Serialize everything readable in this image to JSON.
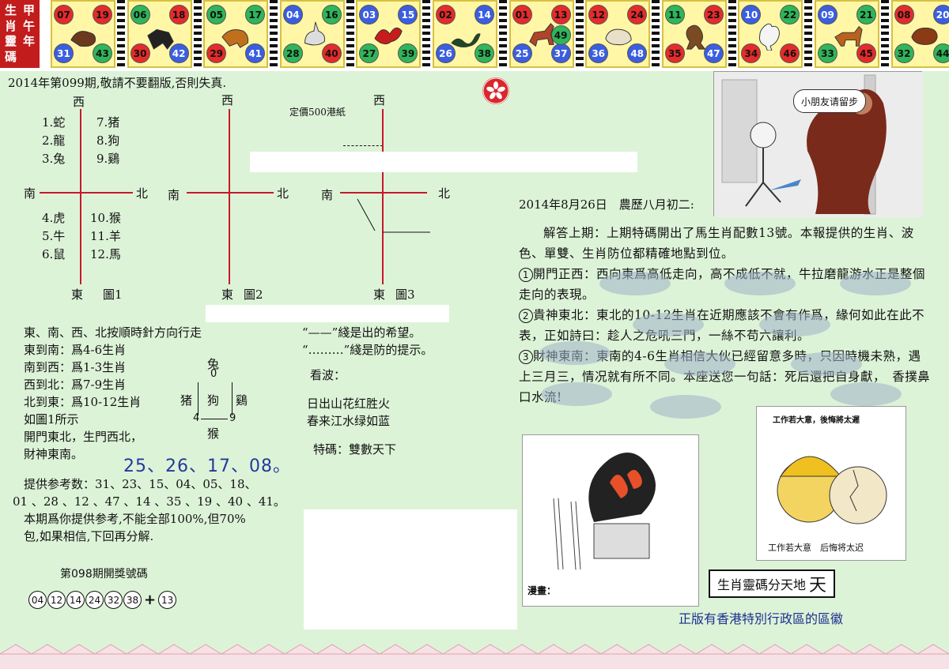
{
  "header_title": [
    "生",
    "甲",
    "肖",
    "午",
    "靈",
    "年",
    "碼",
    ""
  ],
  "zodiac_tiles": [
    {
      "animal": "rat",
      "color": "#6b3a1e",
      "balls": [
        {
          "n": "07",
          "c": "red"
        },
        {
          "n": "19",
          "c": "red"
        },
        {
          "n": "31",
          "c": "blue"
        },
        {
          "n": "43",
          "c": "green"
        }
      ]
    },
    {
      "animal": "ox",
      "color": "#222222",
      "balls": [
        {
          "n": "06",
          "c": "green"
        },
        {
          "n": "18",
          "c": "red"
        },
        {
          "n": "30",
          "c": "red"
        },
        {
          "n": "42",
          "c": "blue"
        }
      ]
    },
    {
      "animal": "tiger",
      "color": "#c0701c",
      "balls": [
        {
          "n": "05",
          "c": "green"
        },
        {
          "n": "17",
          "c": "green"
        },
        {
          "n": "29",
          "c": "red"
        },
        {
          "n": "41",
          "c": "blue"
        }
      ]
    },
    {
      "animal": "rabbit",
      "color": "#dddddd",
      "balls": [
        {
          "n": "04",
          "c": "blue"
        },
        {
          "n": "16",
          "c": "green"
        },
        {
          "n": "28",
          "c": "green"
        },
        {
          "n": "40",
          "c": "red"
        }
      ]
    },
    {
      "animal": "dragon",
      "color": "#c81c1c",
      "balls": [
        {
          "n": "03",
          "c": "blue"
        },
        {
          "n": "15",
          "c": "blue"
        },
        {
          "n": "27",
          "c": "green"
        },
        {
          "n": "39",
          "c": "green"
        }
      ]
    },
    {
      "animal": "snake",
      "color": "#1d4a24",
      "balls": [
        {
          "n": "02",
          "c": "red"
        },
        {
          "n": "14",
          "c": "blue"
        },
        {
          "n": "26",
          "c": "blue"
        },
        {
          "n": "38",
          "c": "green"
        }
      ]
    },
    {
      "animal": "horse",
      "color": "#b0442a",
      "balls": [
        {
          "n": "01",
          "c": "red"
        },
        {
          "n": "13",
          "c": "red"
        },
        {
          "n": "25",
          "c": "blue"
        },
        {
          "n": "37",
          "c": "blue"
        },
        {
          "n": "49",
          "c": "green"
        }
      ]
    },
    {
      "animal": "goat",
      "color": "#e8e0c8",
      "balls": [
        {
          "n": "12",
          "c": "red"
        },
        {
          "n": "24",
          "c": "red"
        },
        {
          "n": "36",
          "c": "blue"
        },
        {
          "n": "48",
          "c": "blue"
        }
      ]
    },
    {
      "animal": "monkey",
      "color": "#7a4a22",
      "balls": [
        {
          "n": "11",
          "c": "green"
        },
        {
          "n": "23",
          "c": "red"
        },
        {
          "n": "35",
          "c": "red"
        },
        {
          "n": "47",
          "c": "blue"
        }
      ]
    },
    {
      "animal": "rooster",
      "color": "#f4f4f4",
      "balls": [
        {
          "n": "10",
          "c": "blue"
        },
        {
          "n": "22",
          "c": "green"
        },
        {
          "n": "34",
          "c": "red"
        },
        {
          "n": "46",
          "c": "red"
        }
      ]
    },
    {
      "animal": "dog",
      "color": "#b8621e",
      "balls": [
        {
          "n": "09",
          "c": "blue"
        },
        {
          "n": "21",
          "c": "green"
        },
        {
          "n": "33",
          "c": "green"
        },
        {
          "n": "45",
          "c": "red"
        }
      ]
    },
    {
      "animal": "pig",
      "color": "#8a3a14",
      "balls": [
        {
          "n": "08",
          "c": "red"
        },
        {
          "n": "20",
          "c": "blue"
        },
        {
          "n": "32",
          "c": "green"
        },
        {
          "n": "44",
          "c": "green"
        }
      ]
    }
  ],
  "issue_line": "2014年第099期,敬請不要翻版,否則失真.",
  "price": "定價500港紙",
  "dirs": {
    "west": "西",
    "south": "南",
    "north": "北",
    "east": "東"
  },
  "fig_labels": [
    "圖1",
    "圖2",
    "圖3"
  ],
  "fig1_upper_left": [
    "1.蛇",
    "2.龍",
    "3.兔"
  ],
  "fig1_upper_right": [
    "7.猪",
    "8.狗",
    "9.鷄"
  ],
  "fig1_lower_left": [
    "4.虎",
    "5.牛",
    "6.鼠"
  ],
  "fig1_lower_right": [
    "10.猴",
    "11.羊",
    "12.馬"
  ],
  "rules": [
    "東、南、西、北按順時針方向行走",
    "東到南：爲4-6生肖",
    "南到西：爲1-3生肖",
    "西到北：爲7-9生肖",
    "北到東：爲10-12生肖",
    "如圖1所示",
    "開門東北，生門西北，",
    "財神東南。"
  ],
  "line_legend": [
    "“——”綫是出的希望。",
    "“………”綫是防的提示。"
  ],
  "cross": {
    "top": "兔",
    "top_num": "0",
    "left": "猪",
    "center": "狗",
    "right": "鷄",
    "bottom": "猴",
    "bl_num": "4",
    "br_num": "9"
  },
  "kanbo_label": "看波：",
  "poem": [
    "日出山花红胜火",
    "春来江水绿如蓝"
  ],
  "special_code": "特碼：雙數天下",
  "big_numbers": "25、26、17、08。",
  "reference_lines": [
    "提供参考数：31、23、15、04、05、18、",
    "01 、28 、12 、47 、14 、35 、19 、40 、41。",
    "本期爲你提供参考,不能全部100%,但70%",
    "包,如果相信,下回再分解."
  ],
  "prev_draw_title": "第098期開獎號碼",
  "prev_draw_numbers": [
    "04",
    "12",
    "14",
    "24",
    "32",
    "38"
  ],
  "prev_draw_plus": "+",
  "prev_draw_special": "13",
  "date_line": "2014年8月26日　農歷八月初二:",
  "speech_bubble": "小朋友请留步",
  "analysis": {
    "p1": "解答上期：上期特碼開出了馬生肖配數13號。本報提供的生肖、波色、單雙、生肖防位都精確地點到位。",
    "m1": "1",
    "p2": "開門正西：西向東爲高低走向，高不成低不就，牛拉磨龍游水正是整個走向的表現。",
    "m2": "2",
    "p3": "貴神東北：東北的10-12生肖在近期應該不會有作爲，緣何如此在此不表，正如詩曰：趁人之危吼三門，一絲不苟六讓利。",
    "m3": "3",
    "p4": "財神東南：東南的4-6生肖相信大伙已經留意多時，只因時機未熟，遇上三月三，情况就有所不同。本座送您一句話：死后還把自身獻，　香撲鼻口水流!"
  },
  "cartoon_left_caption": "漫畫：",
  "cartoon_right_title": "工作若大意，後悔將太遲",
  "cartoon_right_caption": "工作若大意　后悔将太迟",
  "zodiac_box_text": "生肖靈碼分天地",
  "zodiac_box_char": "天",
  "footer_note": "正版有香港特別行政區的區徽"
}
